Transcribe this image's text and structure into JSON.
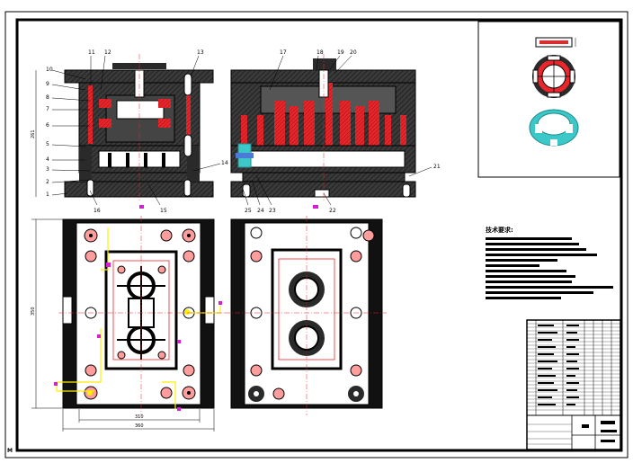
{
  "drawing": {
    "corner_mark": "M",
    "colors": {
      "sheet_bg": "#ffffff",
      "line": "#000000",
      "plate_fill": "#3a3a3a",
      "plate_dark": "#1a1a1a",
      "accent_red": "#e8262b",
      "accent_pink": "#ff9c9c",
      "accent_magenta": "#d61ed6",
      "accent_yellow": "#ffee00",
      "accent_cyan": "#3cc8c8",
      "accent_blue": "#4a7bd6"
    },
    "section_view_left": {
      "part_numbers_left": [
        "10",
        "9",
        "8",
        "7",
        "6",
        "5",
        "4",
        "3",
        "2",
        "1"
      ],
      "part_numbers_top": [
        "11",
        "12",
        "13"
      ],
      "part_numbers_right": [
        "14"
      ],
      "part_numbers_bottom": [
        "16",
        "15"
      ],
      "height_dim": "261"
    },
    "section_view_right": {
      "part_numbers_top": [
        "17",
        "18",
        "19",
        "20"
      ],
      "part_numbers_right": [
        "21"
      ],
      "part_numbers_bottom": [
        "25",
        "24",
        "23",
        "22"
      ]
    },
    "plan_view_left": {
      "height_dim": "350",
      "width_dim_inner": "310",
      "width_dim_outer": "360"
    },
    "technical_requirements": {
      "title": "技术要求:"
    },
    "icons": [
      "section-view",
      "plan-view",
      "product-3d",
      "title-block"
    ]
  }
}
